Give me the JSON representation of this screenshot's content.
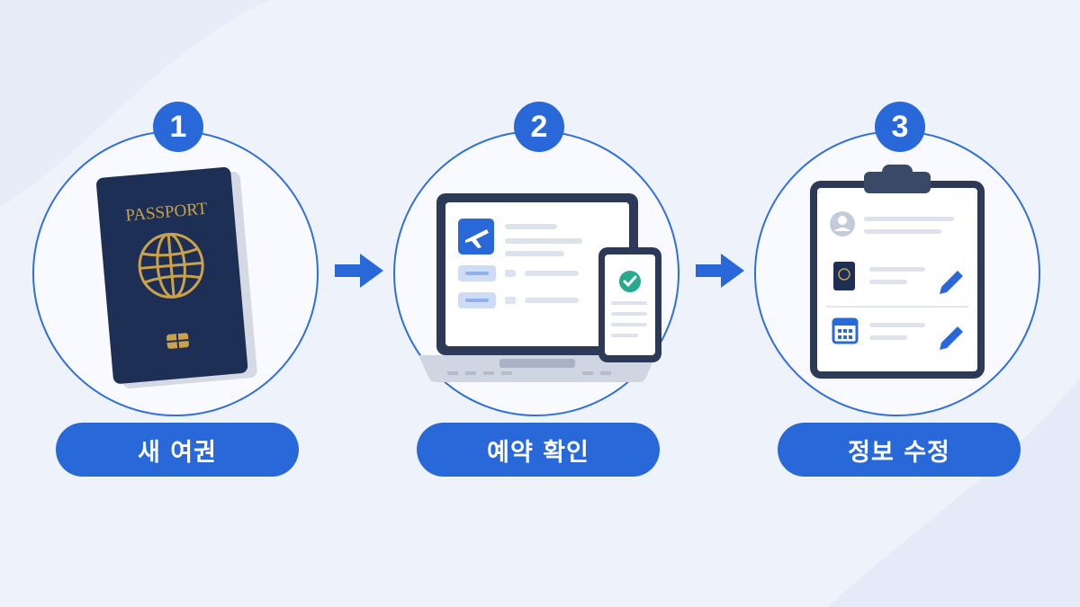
{
  "steps": [
    {
      "number": "1",
      "label": "새 여권",
      "icon": "passport-icon",
      "passport_text": "PASSPORT"
    },
    {
      "number": "2",
      "label": "예약 확인",
      "icon": "laptop-phone-booking-icon"
    },
    {
      "number": "3",
      "label": "정보 수정",
      "icon": "clipboard-form-icon"
    }
  ],
  "colors": {
    "accent": "#2868d8",
    "navy": "#1e2f55",
    "gold": "#c9a24a",
    "check": "#27a98f",
    "background": "#eef2fb"
  }
}
